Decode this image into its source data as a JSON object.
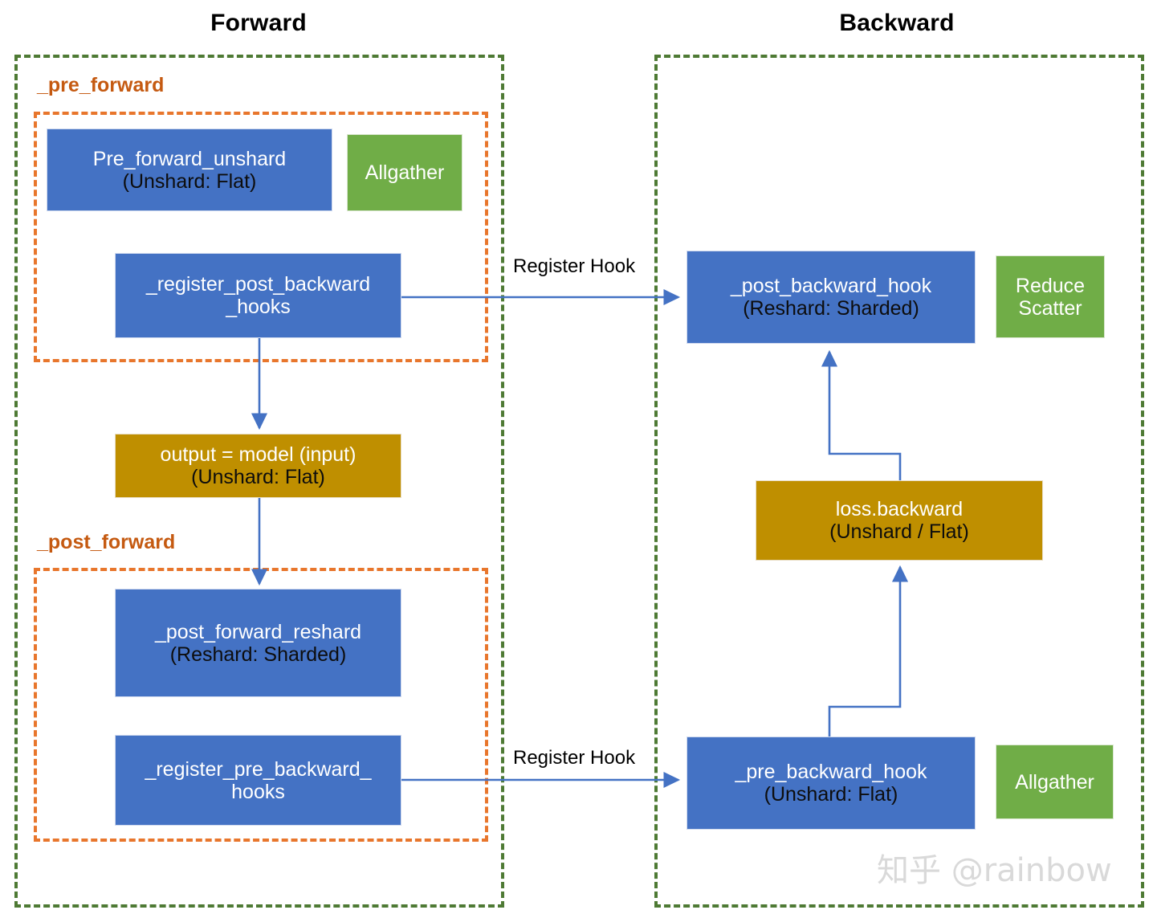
{
  "headings": {
    "forward": "Forward",
    "backward": "Backward"
  },
  "groups": {
    "pre_forward_label": "_pre_forward",
    "post_forward_label": "_post_forward"
  },
  "nodes": {
    "pre_forward_unshard": {
      "line1": "Pre_forward_unshard",
      "line2": "(Unshard: Flat)"
    },
    "allgather_forward": {
      "line1": "Allgather"
    },
    "register_post_backward_hooks": {
      "line1": "_register_post_backward",
      "line2": "_hooks"
    },
    "output_model_input": {
      "line1": "output = model (input)",
      "line2": "(Unshard: Flat)"
    },
    "post_forward_reshard": {
      "line1": "_post_forward_reshard",
      "line2": "(Reshard: Sharded)"
    },
    "register_pre_backward_hooks": {
      "line1": "_register_pre_backward_",
      "line2": "hooks"
    },
    "post_backward_hook": {
      "line1": "_post_backward_hook",
      "line2": "(Reshard: Sharded)"
    },
    "reduce_scatter": {
      "line1": "Reduce",
      "line2": "Scatter"
    },
    "loss_backward": {
      "line1": "loss.backward",
      "line2": "(Unshard / Flat)"
    },
    "pre_backward_hook": {
      "line1": "_pre_backward_hook",
      "line2": "(Unshard: Flat)"
    },
    "allgather_backward": {
      "line1": "Allgather"
    }
  },
  "edges": {
    "register_hook_top": "Register Hook",
    "register_hook_bottom": "Register Hook"
  },
  "watermark": {
    "text": "知乎 @rainbow"
  },
  "colors": {
    "blue": "#4472c4",
    "gold": "#bf8f00",
    "green_node": "#70ad47",
    "green_dash": "#4e7a34",
    "orange_dash": "#e8762c",
    "orange_label": "#c55a11",
    "arrow": "#4472c4",
    "watermark": "#d9d9d9"
  }
}
